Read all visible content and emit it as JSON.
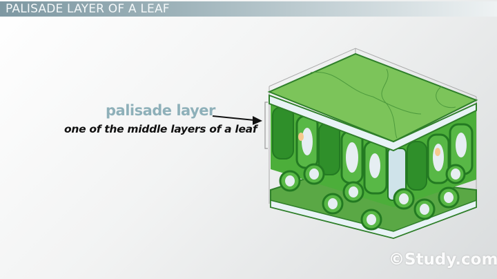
{
  "title": "PALISADE LAYER OF A LEAF",
  "annotation": {
    "label": "palisade layer",
    "description": "one of the middle layers of a leaf"
  },
  "watermark": "Study.com",
  "colors": {
    "light_green": "#7cc45a",
    "mid_green": "#4cae3a",
    "dark_green": "#2f8f2a",
    "label_color": "#8eb0b9"
  }
}
